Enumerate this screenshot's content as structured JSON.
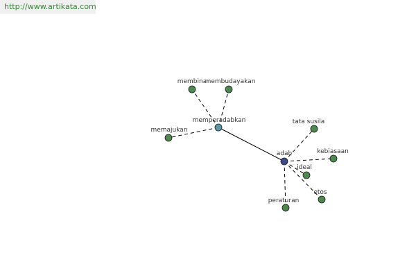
{
  "source_url": "http://www.artikata.com",
  "colors": {
    "hub_adab": "#3a4a8c",
    "hub_memperadabkan": "#5a9aa8",
    "leaf": "#4a8a4a",
    "edge": "#000000",
    "banner_text": "#2e8b2e"
  },
  "graph": {
    "nodes": [
      {
        "id": "adab",
        "label": "adab",
        "kind": "hub_adab"
      },
      {
        "id": "memperadabkan",
        "label": "memperadabkan",
        "kind": "hub_memperadabkan"
      },
      {
        "id": "membina",
        "label": "membina",
        "kind": "leaf"
      },
      {
        "id": "membudayakan",
        "label": "membudayakan",
        "kind": "leaf"
      },
      {
        "id": "memajukan",
        "label": "memajukan",
        "kind": "leaf"
      },
      {
        "id": "tata_susila",
        "label": "tata susila",
        "kind": "leaf"
      },
      {
        "id": "kebiasaan",
        "label": "kebiasaan",
        "kind": "leaf"
      },
      {
        "id": "ideal",
        "label": "ideal",
        "kind": "leaf"
      },
      {
        "id": "etos",
        "label": "etos",
        "kind": "leaf"
      },
      {
        "id": "peraturan",
        "label": "peraturan",
        "kind": "leaf"
      }
    ],
    "edges": [
      {
        "from": "adab",
        "to": "memperadabkan",
        "style": "solid"
      },
      {
        "from": "memperadabkan",
        "to": "membina",
        "style": "dashed"
      },
      {
        "from": "memperadabkan",
        "to": "membudayakan",
        "style": "dashed"
      },
      {
        "from": "memperadabkan",
        "to": "memajukan",
        "style": "dashed"
      },
      {
        "from": "adab",
        "to": "tata_susila",
        "style": "dashed"
      },
      {
        "from": "adab",
        "to": "kebiasaan",
        "style": "dashed"
      },
      {
        "from": "adab",
        "to": "ideal",
        "style": "dashed"
      },
      {
        "from": "adab",
        "to": "etos",
        "style": "dashed"
      },
      {
        "from": "adab",
        "to": "peraturan",
        "style": "dashed"
      }
    ]
  }
}
